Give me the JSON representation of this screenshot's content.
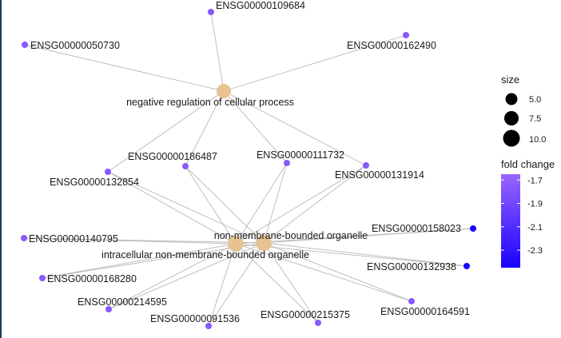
{
  "network": {
    "categories": [
      {
        "id": "negreg",
        "label": "negative regulation of cellular process"
      },
      {
        "id": "nmbo",
        "label": "non-membrane-bounded organelle"
      },
      {
        "id": "inmbo",
        "label": "intracellular non-membrane-bounded organelle"
      }
    ],
    "genes": [
      {
        "id": "g109684",
        "label": "ENSG00000109684",
        "fold_change": -1.75
      },
      {
        "id": "g050730",
        "label": "ENSG00000050730",
        "fold_change": -1.75
      },
      {
        "id": "g162490",
        "label": "ENSG00000162490",
        "fold_change": -1.75
      },
      {
        "id": "g186487",
        "label": "ENSG00000186487",
        "fold_change": -1.75
      },
      {
        "id": "g111732",
        "label": "ENSG00000111732",
        "fold_change": -1.75
      },
      {
        "id": "g132854",
        "label": "ENSG00000132854",
        "fold_change": -1.75
      },
      {
        "id": "g131914",
        "label": "ENSG00000131914",
        "fold_change": -1.75
      },
      {
        "id": "g158023",
        "label": "ENSG00000158023",
        "fold_change": -2.45
      },
      {
        "id": "g140795",
        "label": "ENSG00000140795",
        "fold_change": -1.75
      },
      {
        "id": "g132938",
        "label": "ENSG00000132938",
        "fold_change": -2.45
      },
      {
        "id": "g168280",
        "label": "ENSG00000168280",
        "fold_change": -1.75
      },
      {
        "id": "g214595",
        "label": "ENSG00000214595",
        "fold_change": -1.75
      },
      {
        "id": "g164591",
        "label": "ENSG00000164591",
        "fold_change": -1.75
      },
      {
        "id": "g091536",
        "label": "ENSG00000091536",
        "fold_change": -1.75
      },
      {
        "id": "g215375",
        "label": "ENSG00000215375",
        "fold_change": -1.75
      }
    ],
    "category_color": "#e6c294",
    "edge_color": "#b8b8b8"
  },
  "legend": {
    "size_title": "size",
    "size_items": [
      {
        "label": "5.0",
        "value": 5.0
      },
      {
        "label": "7.5",
        "value": 7.5
      },
      {
        "label": "10.0",
        "value": 10.0
      }
    ],
    "color_title": "fold change",
    "color_ticks": [
      {
        "label": "-1.7",
        "value": -1.7
      },
      {
        "label": "-1.9",
        "value": -1.9
      },
      {
        "label": "-2.1",
        "value": -2.1
      },
      {
        "label": "-2.3",
        "value": -2.3
      }
    ],
    "color_high": "#9966ff",
    "color_low": "#1a00ff"
  }
}
